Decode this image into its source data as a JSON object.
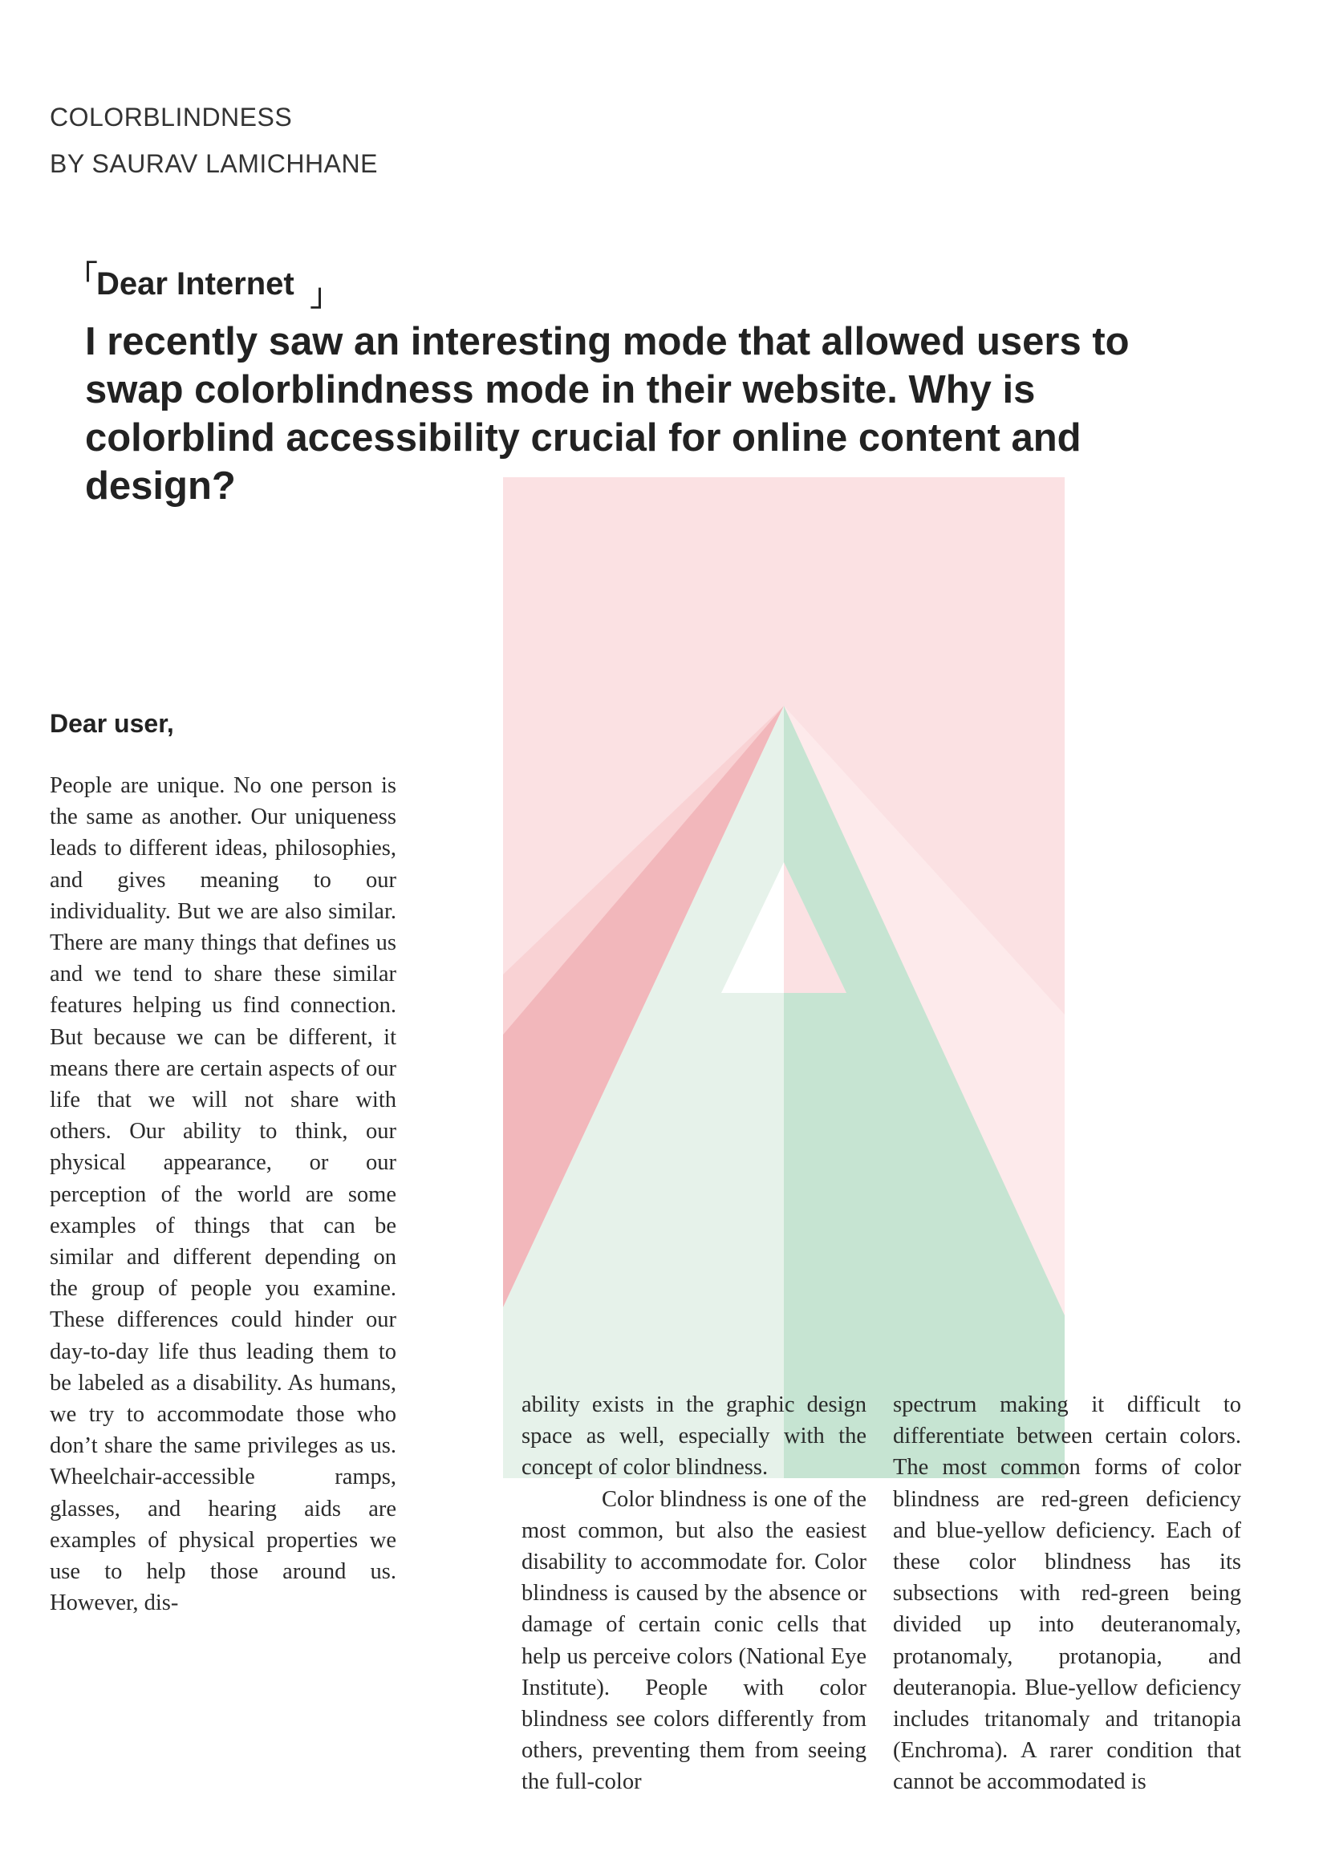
{
  "header": {
    "series_title": "COLORBLINDNESS",
    "byline": "BY SAURAV LAMICHHANE"
  },
  "heading": {
    "bracket_open": "「",
    "bracket_close": "」",
    "salutation": "Dear Internet",
    "question": "I recently saw an interesting mode that allowed users to swap colorblindness mode in their website. Why is colorblind accessibility crucial for online content and design?"
  },
  "letter": {
    "greeting": "Dear user,",
    "column_1": "People are unique. No one person is the same as another. Our uniqueness leads to different ideas, philosophies, and gives meaning to our individuality. But we are also similar. There are many things that defines us and we tend to share these similar features helping us find connection. But because we can be different, it means there are certain aspects of our life that we will not share with others. Our ability to think, our physical appearance, or our perception of the world are some examples of things that can be similar and different depending on the group of people you examine. These differences could hinder our day-to-day life thus leading them to be labeled as a disability. As humans, we try to accommodate those who don’t share the same privileges as us. Wheelchair-accessible ramps, glasses, and hearing aids are examples of physical properties we use to help those around us. However, dis-",
    "column_2_p1": "ability exists in the graphic design space as well, especially with the concept of color blindness.",
    "column_2_p2": "Color blindness is one of the most common, but also the easiest disability to accommodate for. Color blindness is caused by the absence or damage of certain conic cells that help us perceive colors (National Eye Institute). People with color blindness see colors differently from others, preventing them from seeing the full-color",
    "column_3": "spectrum making it difficult to differentiate between certain colors. The most common forms of color blindness are red-green deficiency and blue-yellow deficiency. Each of these color blindness has its subsections with red-green being divided up into deuteranomaly, protanomaly, protanopia, and deuteranopia. Blue-yellow deficiency includes tritanomaly and tritanopia (Enchroma). A rarer condition that cannot be accommodated is"
  },
  "artwork": {
    "colors": {
      "background": "#fbe1e3",
      "pink_dark": "#f2b7bb",
      "pink_light": "#f9d2d4",
      "pink_pale": "#fdeaeb",
      "green_light": "#e6f2ea",
      "green_medium": "#c6e4d2",
      "white": "#ffffff"
    }
  }
}
